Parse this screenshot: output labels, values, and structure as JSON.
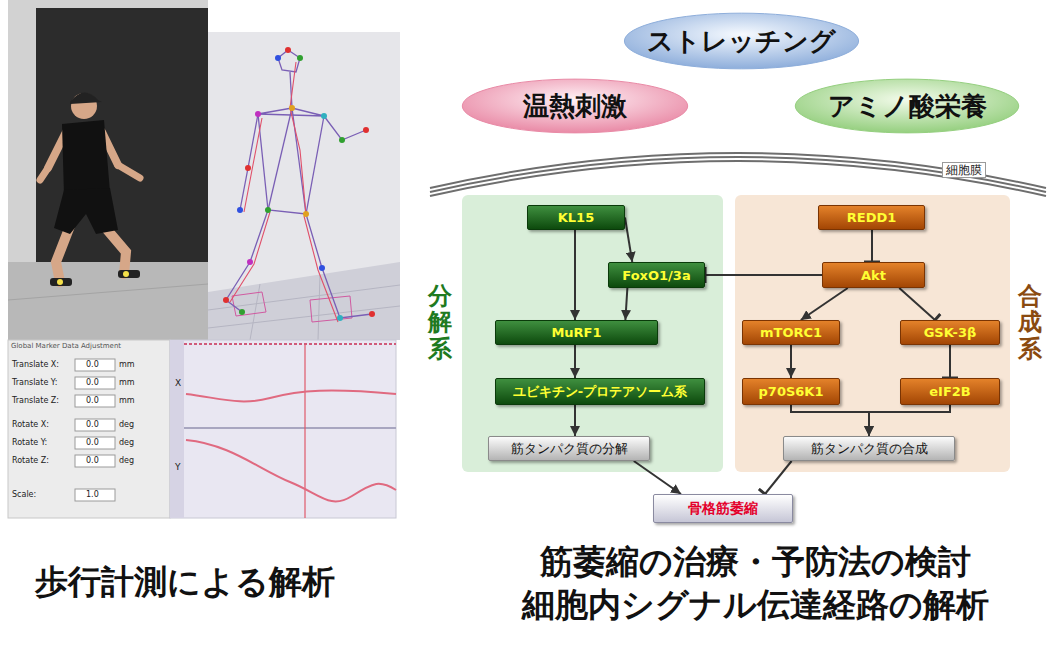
{
  "diagram": {
    "nodes": [
      {
        "text": [
          "ストレッチング"
        ]
      },
      {
        "text": [
          "温熱刺激"
        ]
      },
      {
        "text": [
          "アミノ酸栄養"
        ]
      },
      {
        "text": [
          "分解系"
        ]
      },
      {
        "text": [
          "KL15"
        ],
        "in": 3
      },
      {
        "text": [
          "FoxO1/3a"
        ],
        "in": 3
      },
      {
        "text": [
          "MuRF1"
        ],
        "in": 3
      },
      {
        "text": [
          "ユビキチン-プロテアソーム系"
        ],
        "in": 3
      },
      {
        "text": [
          "筋タンパク質の分解"
        ],
        "in": 3
      },
      {
        "text": [
          "合成系"
        ]
      },
      {
        "text": [
          "REDD1"
        ],
        "in": 9
      },
      {
        "text": [
          "Akt"
        ],
        "in": 9
      },
      {
        "text": [
          "mTORC1"
        ],
        "in": 9
      },
      {
        "text": [
          "GSK-3β"
        ],
        "in": 9
      },
      {
        "text": [
          "p70S6K1"
        ],
        "in": 9
      },
      {
        "text": [
          "eIF2B"
        ],
        "in": 9
      },
      {
        "text": [
          "筋タンパク質の合成"
        ],
        "in": 9
      },
      {
        "text": [
          "骨格筋萎縮"
        ]
      }
    ],
    "edges": [
      {
        "from": 4,
        "to": 5,
        "arrow": "to"
      },
      {
        "from": 4,
        "to": 6,
        "arrow": "to"
      },
      {
        "from": 5,
        "to": 6,
        "arrow": "to"
      },
      {
        "from": 6,
        "to": 7,
        "arrow": "to"
      },
      {
        "from": 7,
        "to": 8,
        "arrow": "to"
      },
      {
        "from": 10,
        "to": 11,
        "arrow": "to"
      },
      {
        "from": 11,
        "to": 5,
        "arrow": "to"
      },
      {
        "from": 11,
        "to": 12,
        "arrow": "to"
      },
      {
        "from": 11,
        "to": 13,
        "arrow": "to"
      },
      {
        "from": 12,
        "to": 14,
        "arrow": "to"
      },
      {
        "from": 13,
        "to": 15,
        "arrow": "to"
      },
      {
        "from": 14,
        "to": 16,
        "arrow": "to"
      },
      {
        "from": 15,
        "to": 16,
        "arrow": "to"
      },
      {
        "from": 8,
        "to": 17,
        "arrow": "to"
      },
      {
        "from": 16,
        "to": 17,
        "arrow": "to"
      }
    ],
    "labels": [
      "細胞膜",
      "歩行計測による解析",
      "筋萎縮の治療・予防法の検討 細胞内シグナル伝達経路の解析",
      "Global Marker Data Adjustment",
      "Translate X:",
      "0.0",
      "mm",
      "Translate Y:",
      "0.0",
      "mm",
      "Translate Z:",
      "0.0",
      "mm",
      "Rotate X:",
      "0.0",
      "deg",
      "Rotate Y:",
      "0.0",
      "deg",
      "Rotate Z:",
      "0.0",
      "deg",
      "Scale:",
      "1.0",
      "X",
      "Y"
    ]
  }
}
